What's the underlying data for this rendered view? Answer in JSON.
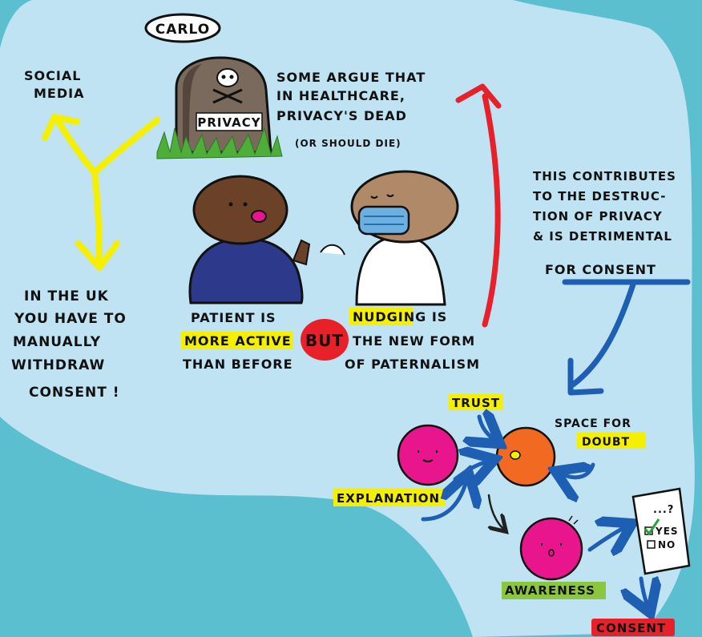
{
  "speaker": "CARLO",
  "tombstone_label": "PRIVACY",
  "social_media": [
    "SOCIAL",
    "MEDIA"
  ],
  "healthcare_note": [
    "SOME ARGUE THAT",
    "IN HEALTHCARE,",
    "PRIVACY'S DEAD",
    "(OR SHOULD DIE)"
  ],
  "contributes_note": [
    "THIS CONTRIBUTES",
    "TO THE DESTRUC-",
    "TION OF PRIVACY",
    "& IS DETRIMENTAL",
    "FOR CONSENT"
  ],
  "uk_note": [
    "IN THE UK",
    "YOU HAVE TO",
    "MANUALLY",
    "WITHDRAW",
    "CONSENT !"
  ],
  "patient_note": {
    "line1": "PATIENT IS",
    "line2": "MORE ACTIVE",
    "line3": "THAN BEFORE"
  },
  "but_label": "BUT",
  "nudging_note": {
    "line1": "NUDGING IS",
    "line2": "THE NEW FORM",
    "line3": "OF PATERNALISM"
  },
  "cycle": {
    "trust": "TRUST",
    "space_for_doubt": [
      "SPACE FOR",
      "DOUBT"
    ],
    "explanation": "EXPLANATION",
    "awareness": "AWARENESS",
    "consent": "CONSENT"
  },
  "form": {
    "question": "...?",
    "yes": "YES",
    "no": "NO"
  },
  "colors": {
    "background": "#5bbfcf",
    "cloud": "#bfe3f2",
    "yellow_highlight": "#f4f000",
    "red_arrow": "#e8202a",
    "blue_arrow": "#1f5fb3",
    "magenta": "#e8158c",
    "orange": "#f26a21",
    "green_highlight": "#8cc63f"
  }
}
